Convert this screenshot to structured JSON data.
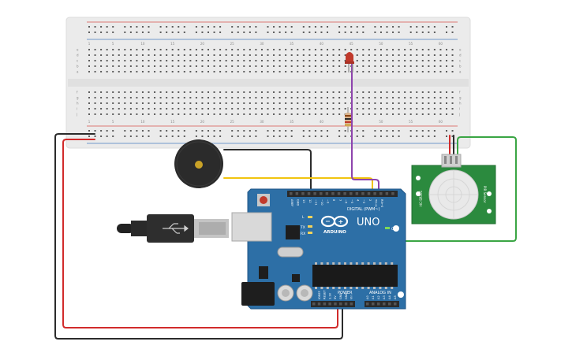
{
  "breadboard": {
    "column_numbers": [
      "1",
      "5",
      "10",
      "15",
      "20",
      "25",
      "30",
      "35",
      "40",
      "45",
      "50",
      "55",
      "60"
    ],
    "row_letters_top": [
      "a",
      "b",
      "c",
      "d",
      "e"
    ],
    "row_letters_bottom": [
      "f",
      "g",
      "h",
      "i",
      "j"
    ],
    "colors": {
      "board": "#ebebeb",
      "hole": "#5c5c5c",
      "rail_red": "#d9534f",
      "rail_blue": "#4a7fc0"
    }
  },
  "arduino": {
    "model_text": "UNO",
    "brand_text": "ARDUINO",
    "digital_label": "DIGITAL (PWM~)",
    "power_label": "POWER",
    "analog_label": "ANALOG IN",
    "on_label": "ON",
    "tx_label": "TX",
    "rx_label": "RX",
    "l_label": "L",
    "aref_label": "AREF",
    "gnd_label": "GND",
    "digital_pins": [
      "13",
      "12",
      "~11",
      "~10",
      "~9",
      "8",
      "7",
      "~6",
      "~5",
      "4",
      "~3",
      "2",
      "TX→1",
      "RX←0"
    ],
    "power_pins": [
      "IOREF",
      "RESET",
      "3.3V",
      "5V",
      "GND",
      "GND",
      "Vin"
    ],
    "analog_pins": [
      "A0",
      "A1",
      "A2",
      "A3",
      "A4",
      "A5"
    ],
    "colors": {
      "board": "#2d6fa6",
      "board_edge": "#1f5687",
      "header": "#2a2a2a"
    }
  },
  "pir_sensor": {
    "label_left": "HC-SR501",
    "label_right": "PIR Sensor",
    "colors": {
      "board": "#2b8a3e",
      "dome": "#e9e9e9"
    }
  },
  "components": {
    "led_color": "#c0392b",
    "resistor_color": "#d9b48f",
    "buzzer_color": "#2b2b2b"
  },
  "wires": {
    "purple": "#8e44ad",
    "yellow": "#f1c40f",
    "green": "#3aa544",
    "red": "#d12b2b",
    "black": "#2b2b2b"
  }
}
